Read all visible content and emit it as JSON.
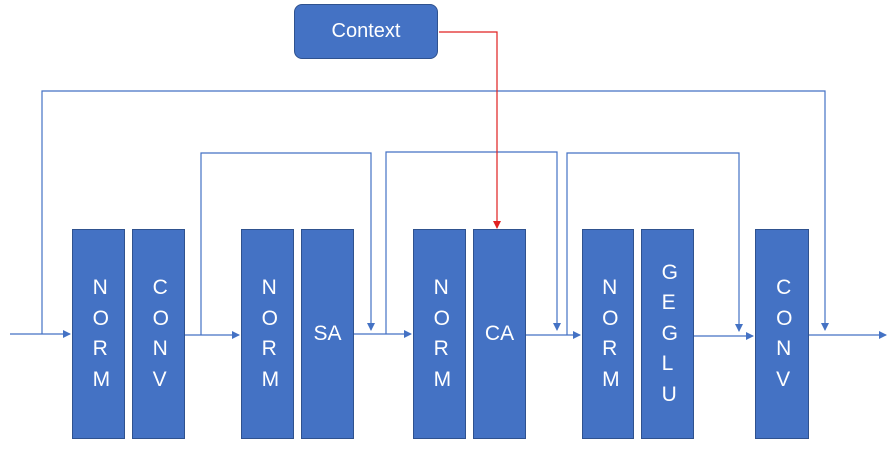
{
  "context": {
    "label": "Context"
  },
  "blocks": [
    {
      "id": "norm-1",
      "label": "NORM"
    },
    {
      "id": "conv-1",
      "label": "CONV"
    },
    {
      "id": "norm-2",
      "label": "NORM"
    },
    {
      "id": "sa",
      "label": "SA"
    },
    {
      "id": "norm-3",
      "label": "NORM"
    },
    {
      "id": "ca",
      "label": "CA"
    },
    {
      "id": "norm-4",
      "label": "NORM"
    },
    {
      "id": "geglu",
      "label": "GEGLU"
    },
    {
      "id": "conv-2",
      "label": "CONV"
    }
  ],
  "colors": {
    "block_fill": "#4472c4",
    "block_border": "#2f528f",
    "main_line": "#4472c4",
    "context_line": "#e02020",
    "text": "#ffffff"
  }
}
